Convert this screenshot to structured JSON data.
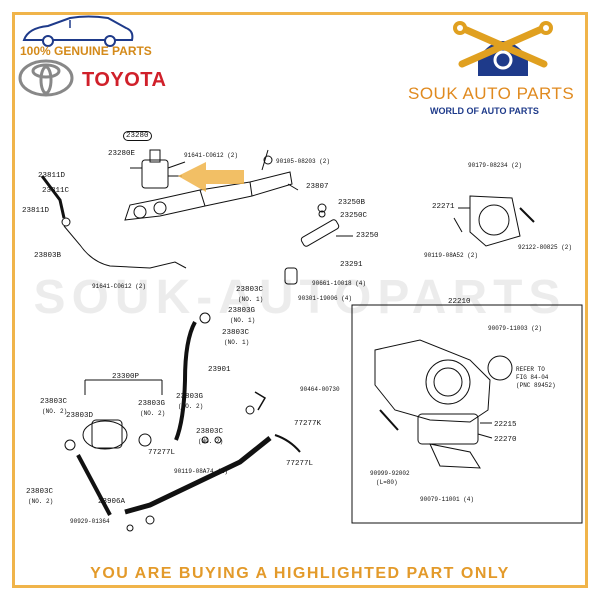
{
  "header": {
    "tagline": "100% GENUINE PARTS",
    "brand": "TOYOTA",
    "store_name": "SOUK AUTO PARTS",
    "store_tagline": "WORLD OF AUTO PARTS"
  },
  "watermark": "SOUK-AUTOPARTS",
  "footer": "YOU ARE BUYING A HIGHLIGHTED PART ONLY",
  "colors": {
    "accent": "#f0b44a",
    "brand_red": "#d0202a",
    "navy": "#1e3a8a"
  },
  "labels": {
    "l23280": "23280",
    "l23280e": "23280E",
    "l91641_top": "91641-C0612 (2)",
    "l90105": "90105-08203 (2)",
    "l23807": "23807",
    "l23811d_top": "23811D",
    "l23811c": "23811C",
    "l23811d_left": "23811D",
    "l23250b": "23250B",
    "l23250c": "23250C",
    "l23250": "23250",
    "l23291": "23291",
    "l23803b": "23803B",
    "l91641_mid": "91641-C0612 (2)",
    "l23803c_n1": "23803C",
    "l_no1_a": "(NO. 1)",
    "l23803g_n1": "23803G",
    "l_no1_b": "(NO. 1)",
    "l23803c_n1b": "23803C",
    "l_no1_c": "(NO. 1)",
    "l90661": "90661-10018 (4)",
    "l90301": "90301-19006 (4)",
    "l90179": "90179-08234 (2)",
    "l22271": "22271",
    "l90119_a": "90119-08A52 (2)",
    "l92122": "92122-80825 (2)",
    "l22210": "22210",
    "l90079_top": "90079-11003 (2)",
    "l_refer": "REFER TO",
    "l_fig": "FIG 84-04",
    "l_pnc": "(PNC 89452)",
    "l23300p": "23300P",
    "l23901": "23901",
    "l90464": "90464-00730",
    "l23803c_n2": "23803C",
    "l_no2_a": "(NO. 2)",
    "l23803d": "23803D",
    "l23803g_n2": "23803G",
    "l_no2_b": "(NO. 2)",
    "l23803g_n2b": "23803G",
    "l_no2_c": "(NO. 2)",
    "l23803c_n2b": "23803C",
    "l_no2_d": "(NO. 2)",
    "l77277k": "77277K",
    "l77277l_a": "77277L",
    "l77277l_b": "77277L",
    "l90119_b": "90119-08A74 (2)",
    "l23803c_n2c": "23803C",
    "l_no2_e": "(NO. 2)",
    "l23906a": "23906A",
    "l90929": "90929-01364",
    "l22215": "22215",
    "l22270": "22270",
    "l90999": "90999-92002",
    "l_l80": "(L=80)",
    "l90079_bot": "90079-11001 (4)"
  },
  "highlight": {
    "target": "23280",
    "color": "#f0b44a"
  }
}
